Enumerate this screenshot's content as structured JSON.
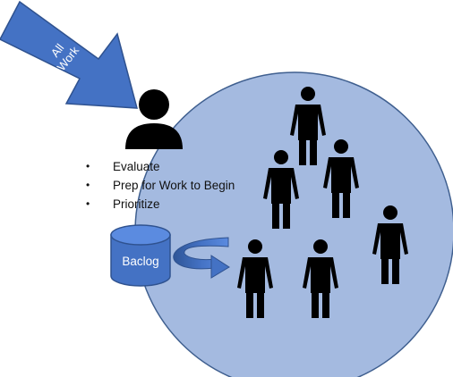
{
  "arrow": {
    "line1": "All",
    "line2": "Work"
  },
  "bullets": [
    "Evaluate",
    "Prep for Work to Begin",
    "Prioritize"
  ],
  "backlog": {
    "label": "Baclog"
  },
  "colors": {
    "circle_fill": "#a4bae0",
    "circle_stroke": "#3f5f8f",
    "arrow_fill": "#4472c4",
    "person": "#000000"
  },
  "icons": [
    "person-icon",
    "database-icon",
    "curved-arrow-icon"
  ]
}
